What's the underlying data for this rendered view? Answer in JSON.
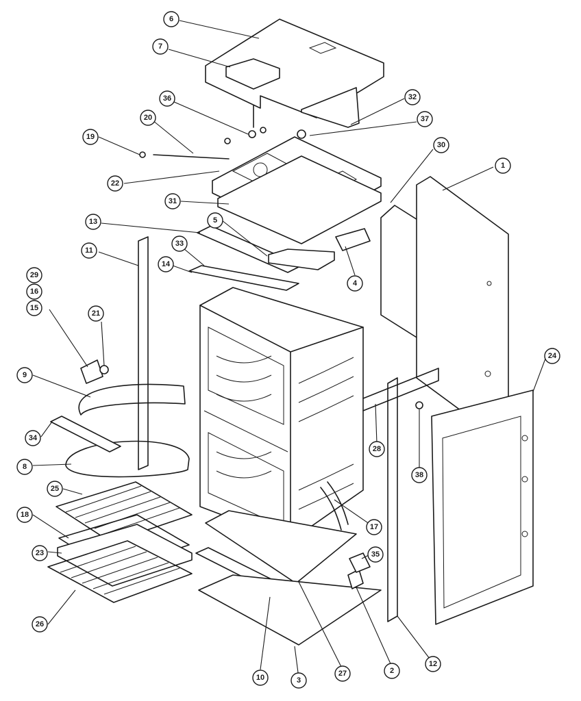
{
  "callouts": [
    {
      "id": "c1",
      "label": "1"
    },
    {
      "id": "c2",
      "label": "2"
    },
    {
      "id": "c3",
      "label": "3"
    },
    {
      "id": "c4",
      "label": "4"
    },
    {
      "id": "c5",
      "label": "5"
    },
    {
      "id": "c6",
      "label": "6"
    },
    {
      "id": "c7",
      "label": "7"
    },
    {
      "id": "c8",
      "label": "8"
    },
    {
      "id": "c9",
      "label": "9"
    },
    {
      "id": "c10",
      "label": "10"
    },
    {
      "id": "c11",
      "label": "11"
    },
    {
      "id": "c12",
      "label": "12"
    },
    {
      "id": "c13",
      "label": "13"
    },
    {
      "id": "c14",
      "label": "14"
    },
    {
      "id": "c15",
      "label": "15"
    },
    {
      "id": "c16",
      "label": "16"
    },
    {
      "id": "c17",
      "label": "17"
    },
    {
      "id": "c18",
      "label": "18"
    },
    {
      "id": "c19",
      "label": "19"
    },
    {
      "id": "c20",
      "label": "20"
    },
    {
      "id": "c21",
      "label": "21"
    },
    {
      "id": "c22",
      "label": "22"
    },
    {
      "id": "c23",
      "label": "23"
    },
    {
      "id": "c24",
      "label": "24"
    },
    {
      "id": "c25",
      "label": "25"
    },
    {
      "id": "c26",
      "label": "26"
    },
    {
      "id": "c27",
      "label": "27"
    },
    {
      "id": "c28",
      "label": "28"
    },
    {
      "id": "c29",
      "label": "29"
    },
    {
      "id": "c30",
      "label": "30"
    },
    {
      "id": "c31",
      "label": "31"
    },
    {
      "id": "c32",
      "label": "32"
    },
    {
      "id": "c33",
      "label": "33"
    },
    {
      "id": "c34",
      "label": "34"
    },
    {
      "id": "c35",
      "label": "35"
    },
    {
      "id": "c36",
      "label": "36"
    },
    {
      "id": "c37",
      "label": "37"
    },
    {
      "id": "c38",
      "label": "38"
    }
  ],
  "colors": {
    "ink": "#1a1a1a",
    "paper": "#ffffff"
  }
}
